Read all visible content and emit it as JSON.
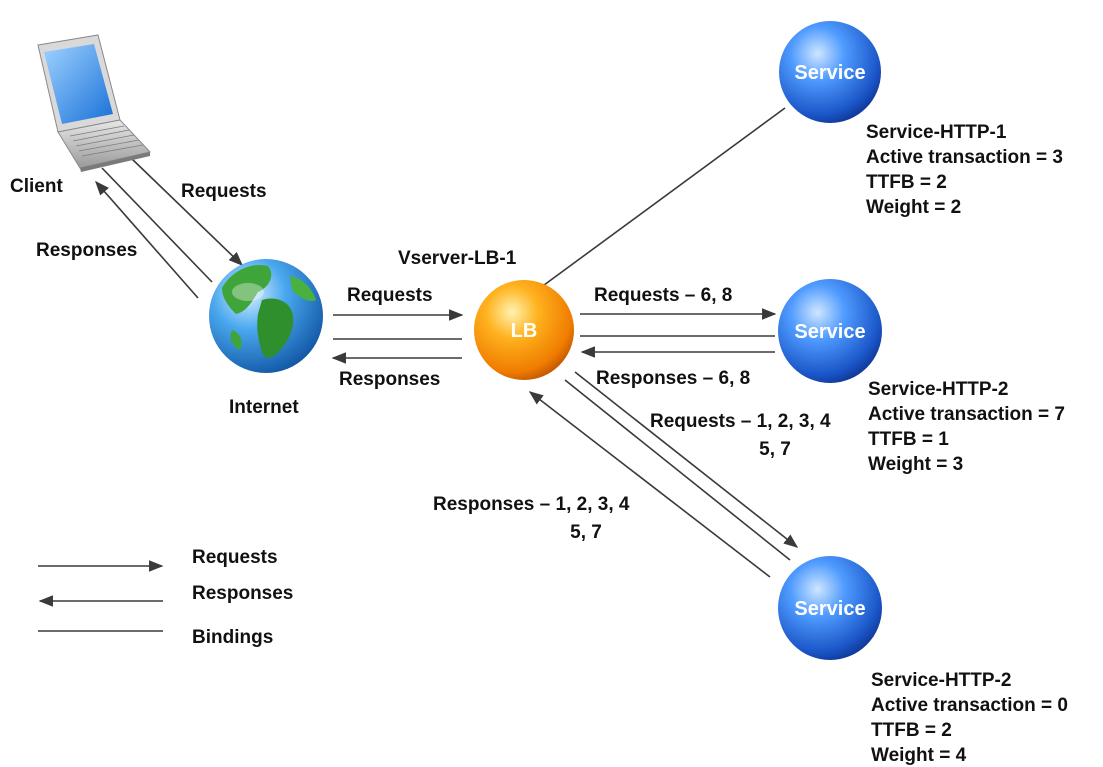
{
  "colors": {
    "service_sphere": "#1f5fd6",
    "lb_sphere": "#f08a00",
    "line": "#3a3a3a",
    "text": "#111111"
  },
  "icons": {
    "client": "laptop-icon",
    "internet": "globe-icon",
    "lb": "orange-sphere-icon",
    "service": "blue-sphere-icon"
  },
  "client": {
    "label": "Client"
  },
  "internet": {
    "label": "Internet"
  },
  "vserver": {
    "label": "Vserver-LB-1",
    "node_text": "LB"
  },
  "services": [
    {
      "node_text": "Service",
      "name": "Service-HTTP-1",
      "active": "Active transaction = 3",
      "ttfb": "TTFB = 2",
      "weight": "Weight = 2"
    },
    {
      "node_text": "Service",
      "name": "Service-HTTP-2",
      "active": "Active transaction = 7",
      "ttfb": "TTFB = 1",
      "weight": "Weight = 3"
    },
    {
      "node_text": "Service",
      "name": "Service-HTTP-2",
      "active": "Active transaction = 0",
      "ttfb": "TTFB = 2",
      "weight": "Weight = 4"
    }
  ],
  "flows": {
    "client_requests": "Requests",
    "client_responses": "Responses",
    "lb_requests": "Requests",
    "lb_responses": "Responses",
    "svc2_requests": "Requests – 6, 8",
    "svc2_responses": "Responses – 6, 8",
    "svc3_requests_1": "Requests – 1, 2, 3, 4",
    "svc3_requests_2": "5, 7",
    "svc3_responses_1": "Responses – 1, 2, 3, 4",
    "svc3_responses_2": "5, 7"
  },
  "legend": {
    "requests": "Requests",
    "responses": "Responses",
    "bindings": "Bindings"
  }
}
